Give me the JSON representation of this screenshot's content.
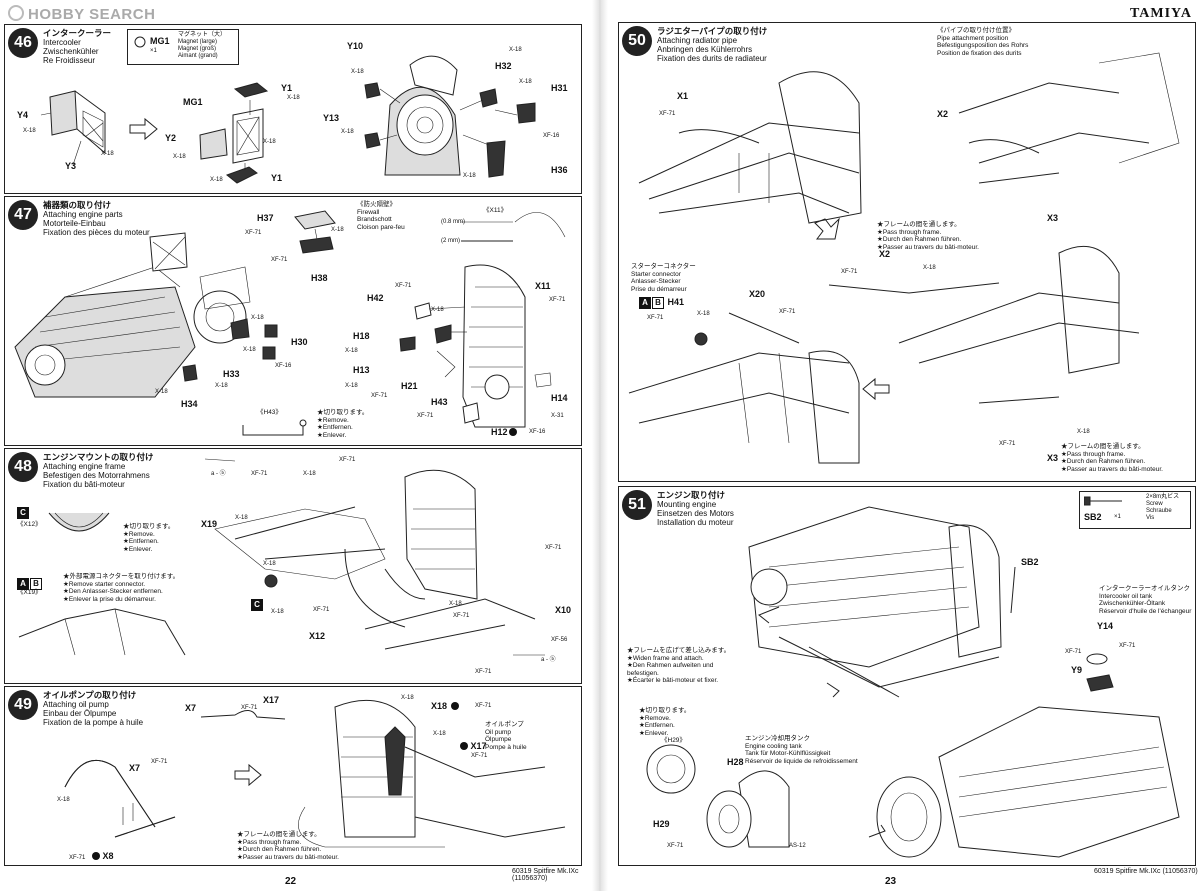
{
  "header": {
    "watermark": "HOBBY SEARCH",
    "brand": "TAMIYA"
  },
  "pages": {
    "left": {
      "number": "22",
      "footer": "60319  Spitfire Mk.IXc (11056370)"
    },
    "right": {
      "number": "23",
      "footer": "60319  Spitfire Mk.IXc (11056370)"
    }
  },
  "steps": {
    "s46": {
      "num": "46",
      "title": [
        "インタークーラー",
        "Intercooler",
        "Zwischenkühler",
        "Re Froidisseur"
      ],
      "legend": {
        "part": "MG1",
        "qty": "×1",
        "desc": [
          "マグネット（大）",
          "Magnet (large)",
          "Magnet (groß)",
          "Aimant (grand)"
        ]
      },
      "labels": {
        "y4": "Y4",
        "y3": "Y3",
        "mg1": "MG1",
        "y2": "Y2",
        "y1a": "Y1",
        "y1b": "Y1",
        "y10": "Y10",
        "y13": "Y13",
        "h32": "H32",
        "h31": "H31",
        "h36": "H36"
      }
    },
    "s47": {
      "num": "47",
      "title": [
        "補器類の取り付け",
        "Attaching engine parts",
        "Motorteile-Einbau",
        "Fixation des pièces du moteur"
      ],
      "firewall": [
        "《防火隔壁》",
        "Firewall",
        "Brandschott",
        "Cloison pare-feu"
      ],
      "x11": "《X11》",
      "x11_08": "(0.8 mm)",
      "x11_2": "(2 mm)",
      "h43box": "《H43》",
      "cut_note": [
        "★切り取ります。",
        "★Remove.",
        "★Entfernen.",
        "★Enlever."
      ],
      "labels": {
        "h37": "H37",
        "h38": "H38",
        "h30": "H30",
        "h33": "H33",
        "h34": "H34",
        "h42": "H42",
        "h18": "H18",
        "h13": "H13",
        "h21": "H21",
        "x11": "X11",
        "h43": "H43",
        "h14": "H14",
        "h12": "H12"
      }
    },
    "s48": {
      "num": "48",
      "title": [
        "エンジンマウントの取り付け",
        "Attaching engine frame",
        "Befestigen des Motorrahmens",
        "Fixation du bâti-moteur"
      ],
      "x12box": "《X12》",
      "x19box": "《X19》",
      "cut_note": [
        "★切り取ります。",
        "★Remove.",
        "★Entfernen.",
        "★Enlever."
      ],
      "ab_note": [
        "★外部電源コネクターを取り付けます。",
        "★Remove starter connector.",
        "★Den Anlasser-Stecker entfernen.",
        "★Enlever la prise du démarreur."
      ],
      "labels": {
        "x19": "X19",
        "x12": "X12",
        "x10": "X10",
        "a_b_top": "a - ⓑ",
        "a_b_bot": "a - ⓑ"
      }
    },
    "s49": {
      "num": "49",
      "title": [
        "オイルポンプの取り付け",
        "Attaching oil pump",
        "Einbau der Ölpumpe",
        "Fixation de la pompe à huile"
      ],
      "pump": [
        "オイルポンプ",
        "Oil pump",
        "Ölpumpe",
        "Pompe à huile"
      ],
      "frame_note": [
        "★フレームの間を通します。",
        "★Pass through frame.",
        "★Durch den Rahmen führen.",
        "★Passer au travers du bâti-moteur."
      ],
      "labels": {
        "x7a": "X7",
        "x17a": "X17",
        "x7b": "X7",
        "x8": "X8",
        "x18": "X18",
        "x17b": "X17"
      }
    },
    "s50": {
      "num": "50",
      "title": [
        "ラジエターパイプの取り付け",
        "Attaching radiator pipe",
        "Anbringen des Kühlerrohrs",
        "Fixation des durits de radiateur"
      ],
      "pos": [
        "《パイプの取り付け位置》",
        "Pipe attachment position",
        "Befestigungsposition des Rohrs",
        "Position de fixation des durits"
      ],
      "starter": [
        "スターターコネクター",
        "Starter connector",
        "Anlasser-Stecker",
        "Prise du démarreur"
      ],
      "frame_note": [
        "★フレームの間を通します。",
        "★Pass through frame.",
        "★Durch den Rahmen führen.",
        "★Passer au travers du bâti-moteur."
      ],
      "labels": {
        "x1": "X1",
        "x2a": "X2",
        "x3a": "X3",
        "x2b": "X2",
        "x20": "X20",
        "h41": "H41",
        "x3b": "X3"
      }
    },
    "s51": {
      "num": "51",
      "title": [
        "エンジン取り付け",
        "Mounting engine",
        "Einsetzen des Motors",
        "Installation du moteur"
      ],
      "legend": {
        "part": "SB2",
        "qty": "×1",
        "desc": [
          "2×8m丸ビス",
          "Screw",
          "Schraube",
          "Vis"
        ]
      },
      "widen": [
        "★フレームを広げて差し込みます。",
        "★Widen frame and attach.",
        "★Den Rahmen aufweiten und",
        "befestigen.",
        "★Écarter le bâti-moteur et fixer."
      ],
      "oiltank": [
        "インタークーラーオイルタンク",
        "Intercooler oil tank",
        "Zwischenkühler-Öltank",
        "Réservoir d'huile de l'échangeur"
      ],
      "coolant": [
        "エンジン冷却用タンク",
        "Engine cooling tank",
        "Tank für Motor-Kühlflüssigkeit",
        "Réservoir de liquide de refroidissement"
      ],
      "h29box": "《H29》",
      "cut_note": [
        "★切り取ります。",
        "★Remove.",
        "★Entfernen.",
        "★Enlever."
      ],
      "labels": {
        "sb2": "SB2",
        "y14": "Y14",
        "y9": "Y9",
        "h28": "H28",
        "h29": "H29"
      }
    }
  },
  "codes": {
    "x18": "X-18",
    "xf71": "XF-71",
    "xf16": "XF-16",
    "xf56": "XF-56",
    "x31": "X-31",
    "as12": "AS-12"
  }
}
